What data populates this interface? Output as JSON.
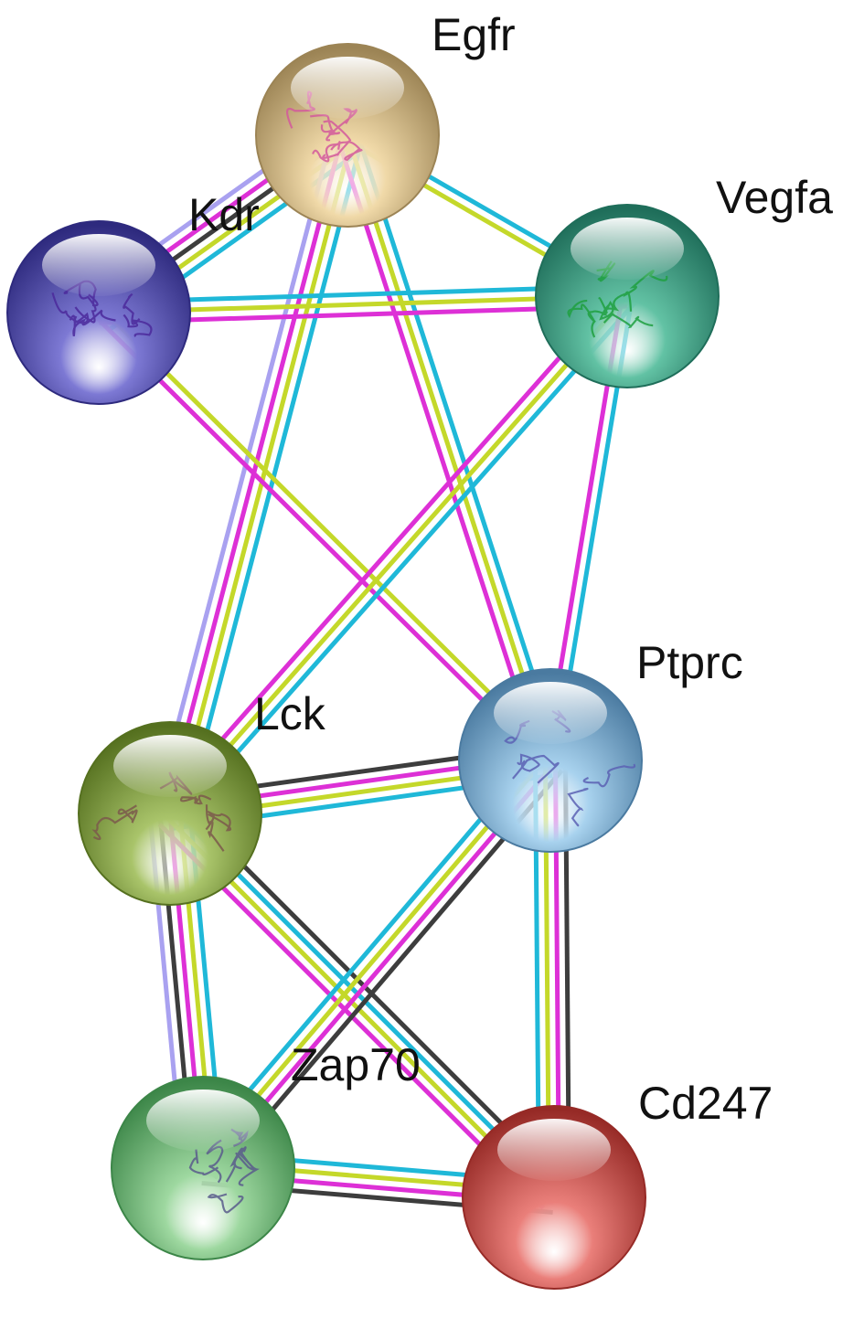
{
  "colors": {
    "cyan": "#1fb8d8",
    "yellow": "#c4d82a",
    "magenta": "#dd30d6",
    "black": "#3d3d3d",
    "lavender": "#a9a1f0"
  },
  "nodes": [
    {
      "id": "egfr",
      "label": "Egfr",
      "color": "#f0d9a8",
      "dark": "#9c8455",
      "structure": "#d45a9c"
    },
    {
      "id": "kdr",
      "label": "Kdr",
      "color": "#7d79d4",
      "dark": "#2e2a7e",
      "structure": "#4c2a9c"
    },
    {
      "id": "vegfa",
      "label": "Vegfa",
      "color": "#62c2a4",
      "dark": "#1f6e5a",
      "structure": "#1fa040"
    },
    {
      "id": "ptprc",
      "label": "Ptprc",
      "color": "#a8d2ee",
      "dark": "#4a7aa0",
      "structure": "#5c62b4"
    },
    {
      "id": "lck",
      "label": "Lck",
      "color": "#a9c46a",
      "dark": "#55701f",
      "structure": "#7c5a4c"
    },
    {
      "id": "zap70",
      "label": "Zap70",
      "color": "#9ed8a0",
      "dark": "#3c8648",
      "structure": "#5a5c8c"
    },
    {
      "id": "cd247",
      "label": "Cd247",
      "color": "#ea7f7a",
      "dark": "#962a26",
      "structure": ""
    }
  ],
  "edges": [
    {
      "from": "egfr",
      "to": "kdr",
      "types": [
        "cyan",
        "yellow",
        "black",
        "magenta",
        "lavender"
      ]
    },
    {
      "from": "egfr",
      "to": "vegfa",
      "types": [
        "cyan",
        "yellow"
      ]
    },
    {
      "from": "egfr",
      "to": "lck",
      "types": [
        "cyan",
        "yellow",
        "magenta",
        "lavender"
      ]
    },
    {
      "from": "egfr",
      "to": "ptprc",
      "types": [
        "cyan",
        "yellow",
        "magenta"
      ]
    },
    {
      "from": "kdr",
      "to": "vegfa",
      "types": [
        "cyan",
        "yellow",
        "magenta"
      ]
    },
    {
      "from": "kdr",
      "to": "ptprc",
      "types": [
        "yellow",
        "magenta"
      ]
    },
    {
      "from": "vegfa",
      "to": "lck",
      "types": [
        "cyan",
        "yellow",
        "magenta"
      ]
    },
    {
      "from": "vegfa",
      "to": "ptprc",
      "types": [
        "cyan",
        "magenta"
      ]
    },
    {
      "from": "lck",
      "to": "ptprc",
      "types": [
        "black",
        "magenta",
        "yellow",
        "cyan"
      ]
    },
    {
      "from": "lck",
      "to": "zap70",
      "types": [
        "cyan",
        "yellow",
        "magenta",
        "black",
        "lavender"
      ]
    },
    {
      "from": "lck",
      "to": "cd247",
      "types": [
        "black",
        "cyan",
        "yellow",
        "magenta"
      ]
    },
    {
      "from": "ptprc",
      "to": "zap70",
      "types": [
        "black",
        "magenta",
        "yellow",
        "cyan"
      ]
    },
    {
      "from": "ptprc",
      "to": "cd247",
      "types": [
        "black",
        "magenta",
        "yellow",
        "cyan"
      ]
    },
    {
      "from": "zap70",
      "to": "cd247",
      "types": [
        "cyan",
        "yellow",
        "magenta",
        "black"
      ]
    }
  ]
}
